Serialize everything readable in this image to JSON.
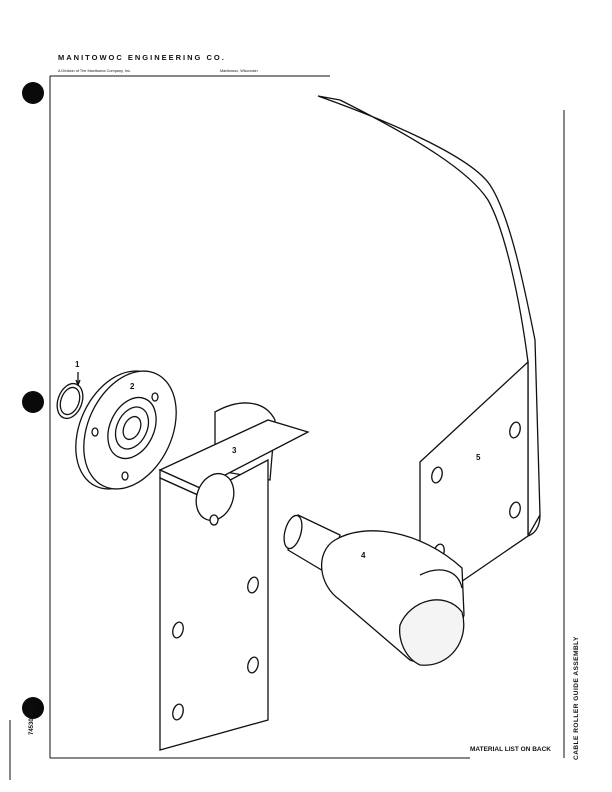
{
  "header": {
    "company": "MANITOWOC ENGINEERING CO.",
    "division": "A Division of The Manitowoc Company, Inc.",
    "location": "Manitowoc, Wisconsin"
  },
  "parts": [
    {
      "number": "1"
    },
    {
      "number": "2"
    },
    {
      "number": "3"
    },
    {
      "number": "4"
    },
    {
      "number": "5"
    }
  ],
  "footer": {
    "doc_number": "745306A1",
    "title": "CABLE ROLLER GUIDE ASSEMBLY",
    "material_note": "MATERIAL LIST ON BACK"
  }
}
